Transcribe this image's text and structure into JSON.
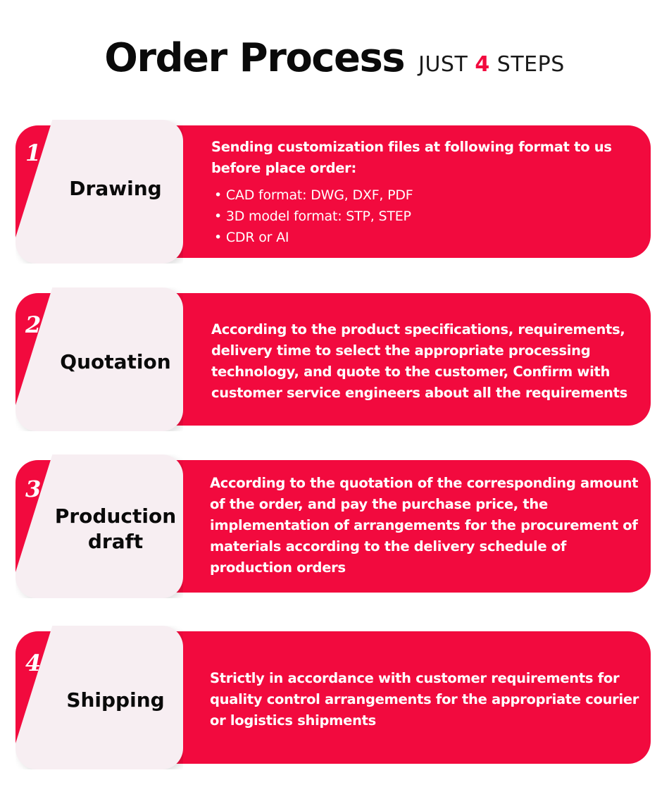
{
  "header": {
    "title": "Order Process",
    "subtitle_prefix": "JUST",
    "subtitle_number": "4",
    "subtitle_suffix": "STEPS"
  },
  "steps": [
    {
      "number": "1",
      "name": "Drawing",
      "description": "Sending customization files at following format to us before place order:",
      "bullets": [
        "CAD format: DWG, DXF, PDF",
        "3D model format: STP, STEP",
        "CDR or AI"
      ]
    },
    {
      "number": "2",
      "name": "Quotation",
      "description": "According to the product specifications, requirements, delivery time to select the appropriate processing technology, and quote to the customer, Confirm with customer service engineers about all the requirements"
    },
    {
      "number": "3",
      "name_line1": "Production",
      "name_line2": "draft",
      "description": "According to the quotation of the corresponding amount of the order, and pay the purchase price, the implementation of arrangements for the procurement of materials according to the delivery schedule of production orders"
    },
    {
      "number": "4",
      "name": "Shipping",
      "description": "Strictly in accordance with customer requirements for quality control arrangements for the appropriate courier or logistics shipments"
    }
  ],
  "colors": {
    "accent": "#f20a3e",
    "card": "#f7eef2",
    "text_dark": "#0a0a0a"
  }
}
